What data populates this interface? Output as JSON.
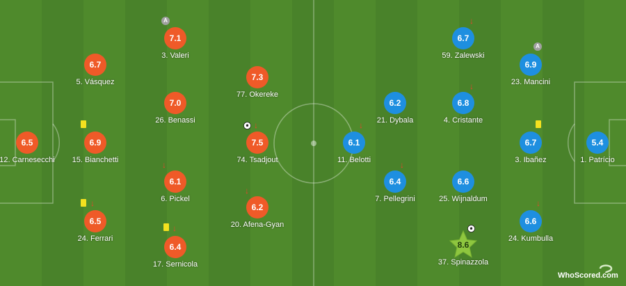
{
  "brand": "WhoScored.com",
  "colors": {
    "home": "#ef5a28",
    "away": "#1e8fe0",
    "star": "#8ec63f"
  },
  "players": [
    {
      "name": "12. Carnesecchi",
      "rating": "6.5",
      "team": "home",
      "icons": []
    },
    {
      "name": "5. Vásquez",
      "rating": "6.7",
      "team": "home",
      "icons": []
    },
    {
      "name": "15. Bianchetti",
      "rating": "6.9",
      "team": "home",
      "icons": [
        "yellow-card"
      ]
    },
    {
      "name": "24. Ferrari",
      "rating": "6.5",
      "team": "home",
      "icons": [
        "yellow-card",
        "arrow-down"
      ]
    },
    {
      "name": "3. Valeri",
      "rating": "7.1",
      "team": "home",
      "icons": [
        "captain"
      ]
    },
    {
      "name": "26. Benassi",
      "rating": "7.0",
      "team": "home",
      "icons": []
    },
    {
      "name": "6. Pickel",
      "rating": "6.1",
      "team": "home",
      "icons": [
        "arrow-down"
      ]
    },
    {
      "name": "17. Sernicola",
      "rating": "6.4",
      "team": "home",
      "icons": [
        "yellow-card",
        "arrow-down"
      ]
    },
    {
      "name": "77. Okereke",
      "rating": "7.3",
      "team": "home",
      "icons": []
    },
    {
      "name": "74. Tsadjout",
      "rating": "7.5",
      "team": "home",
      "icons": [
        "ball",
        "arrow-down"
      ]
    },
    {
      "name": "20. Afena-Gyan",
      "rating": "6.2",
      "team": "home",
      "icons": [
        "arrow-down"
      ]
    },
    {
      "name": "11. Belotti",
      "rating": "6.1",
      "team": "away",
      "icons": [
        "arrow-down"
      ]
    },
    {
      "name": "21. Dybala",
      "rating": "6.2",
      "team": "away",
      "icons": []
    },
    {
      "name": "7. Pellegrini",
      "rating": "6.4",
      "team": "away",
      "icons": [
        "arrow-down"
      ]
    },
    {
      "name": "59. Zalewski",
      "rating": "6.7",
      "team": "away",
      "icons": [
        "arrow-down"
      ]
    },
    {
      "name": "4. Cristante",
      "rating": "6.8",
      "team": "away",
      "icons": [
        "arrow-down"
      ]
    },
    {
      "name": "25. Wijnaldum",
      "rating": "6.6",
      "team": "away",
      "icons": []
    },
    {
      "name": "37. Spinazzola",
      "rating": "8.6",
      "team": "away",
      "icons": [
        "ball",
        "star"
      ]
    },
    {
      "name": "23. Mancini",
      "rating": "6.9",
      "team": "away",
      "icons": [
        "captain"
      ]
    },
    {
      "name": "3. Ibañez",
      "rating": "6.7",
      "team": "away",
      "icons": [
        "yellow-card"
      ]
    },
    {
      "name": "24. Kumbulla",
      "rating": "6.6",
      "team": "away",
      "icons": [
        "arrow-down"
      ]
    },
    {
      "name": "1. Patrício",
      "rating": "5.4",
      "team": "away",
      "icons": []
    }
  ]
}
